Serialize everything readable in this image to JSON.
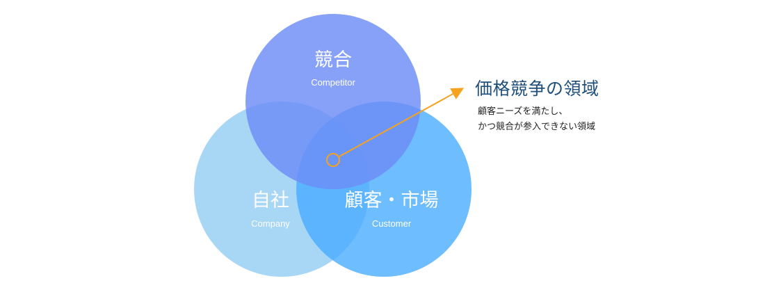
{
  "diagram": {
    "circles": [
      {
        "id": "competitor",
        "label": "競合",
        "sublabel": "Competitor",
        "color": "#7493f8"
      },
      {
        "id": "company",
        "label": "自社",
        "sublabel": "Company",
        "color": "#8fcbf2"
      },
      {
        "id": "customer",
        "label": "顧客・市場",
        "sublabel": "Customer",
        "color": "#4aafff"
      }
    ],
    "callout": {
      "title": "価格競争の領域",
      "description_lines": [
        "顧客ニーズを満たし、",
        "かつ競合が参入できない領域"
      ],
      "arrow_color": "#f5a21f"
    }
  }
}
